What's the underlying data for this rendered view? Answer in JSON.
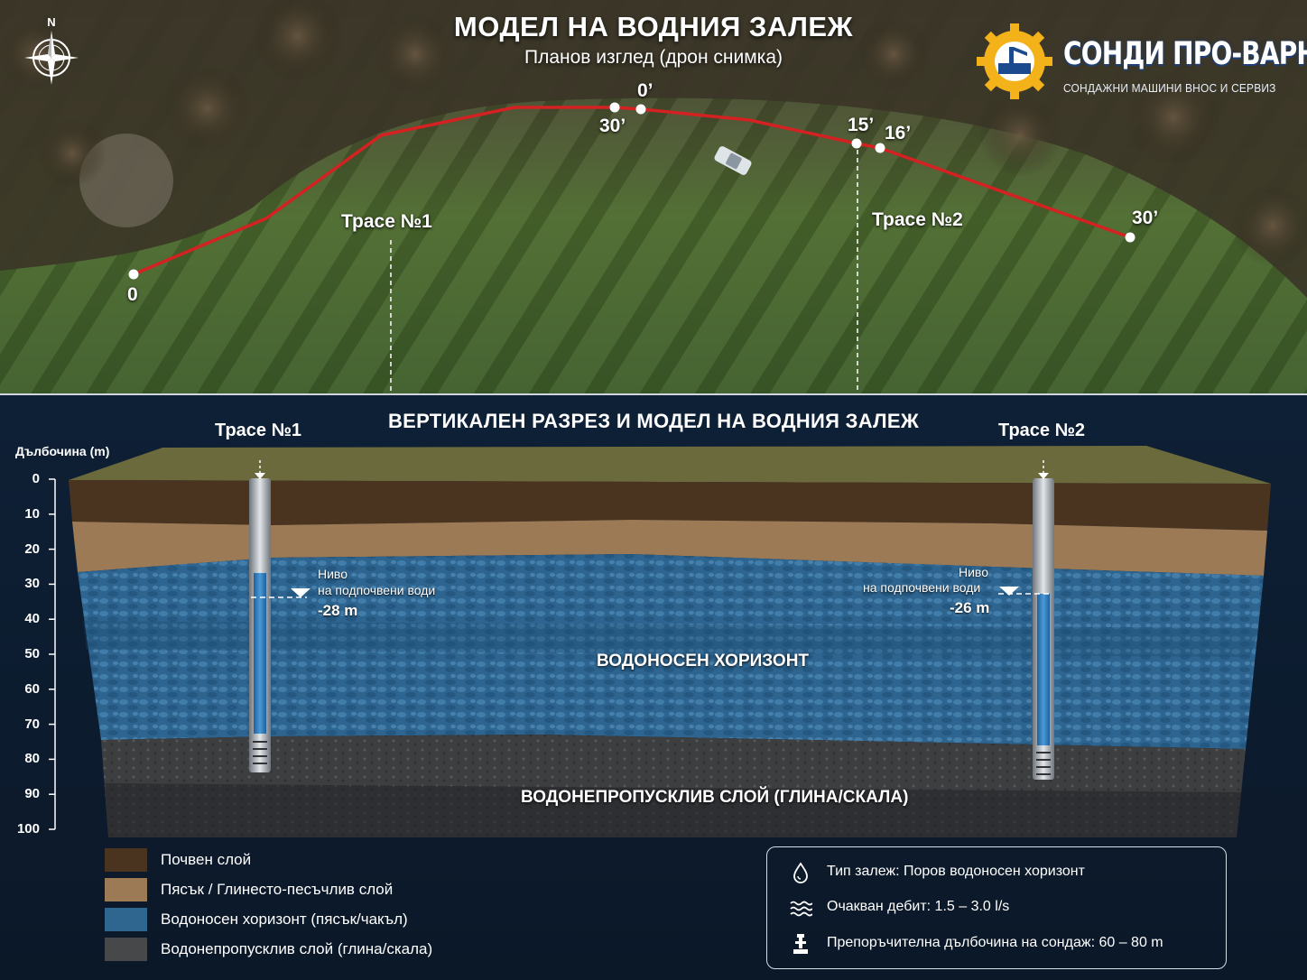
{
  "plan": {
    "title": "МОДЕЛ НА ВОДНИЯ ЗАЛЕЖ",
    "subtitle": "Планов изглед (дрон снимка)",
    "compass_letter": "N",
    "points": [
      {
        "label": "0"
      },
      {
        "label": "30’"
      },
      {
        "label": "0’"
      },
      {
        "label": "15’"
      },
      {
        "label": "16’"
      },
      {
        "label": "30’"
      }
    ],
    "traces": [
      {
        "label": "Трасе №1"
      },
      {
        "label": "Трасе №2"
      }
    ]
  },
  "logo": {
    "name": "СОНДИ ПРО-ВАРНА",
    "tagline": "СОНДАЖНИ МАШИНИ ВНОС И СЕРВИЗ"
  },
  "section": {
    "title": "ВЕРТИКАЛЕН РАЗРЕЗ И МОДЕЛ НА ВОДНИЯ ЗАЛЕЖ",
    "traces": [
      {
        "label": "Трасе №1",
        "water_level_text_1": "Ниво",
        "water_level_text_2": "на подпочвени води",
        "water_level_value": "-28 m"
      },
      {
        "label": "Трасе №2",
        "water_level_text_1": "Ниво",
        "water_level_text_2": "на подпочвени води",
        "water_level_value": "-26 m"
      }
    ],
    "aquifer_label": "ВОДОНОСЕН ХОРИЗОНТ",
    "impermeable_label": "ВОДОНЕПРОПУСКЛИВ СЛОЙ (ГЛИНА/СКАЛА)"
  },
  "depth_axis": {
    "title": "Дълбочина (m)",
    "ticks": [
      "0",
      "10",
      "20",
      "30",
      "40",
      "50",
      "60",
      "70",
      "80",
      "90",
      "100"
    ]
  },
  "legend": [
    {
      "label": "Почвен слой",
      "color": "#4a3420"
    },
    {
      "label": "Пясък / Глинесто-песъчлив слой",
      "color": "#9c7a55"
    },
    {
      "label": "Водоносен хоризонт (пясък/чакъл)",
      "color": "#2f6690"
    },
    {
      "label": "Водонепропусклив слой (глина/скала)",
      "color": "#47484a"
    }
  ],
  "info": [
    {
      "icon": "water-drop-icon",
      "text": "Тип залеж: Поров водоносен хоризонт"
    },
    {
      "icon": "waves-icon",
      "text": "Очакван дебит: 1.5 – 3.0 l/s"
    },
    {
      "icon": "drill-rig-icon",
      "text": "Препоръчителна дълбочина на сондаж: 60 – 80 m"
    }
  ]
}
